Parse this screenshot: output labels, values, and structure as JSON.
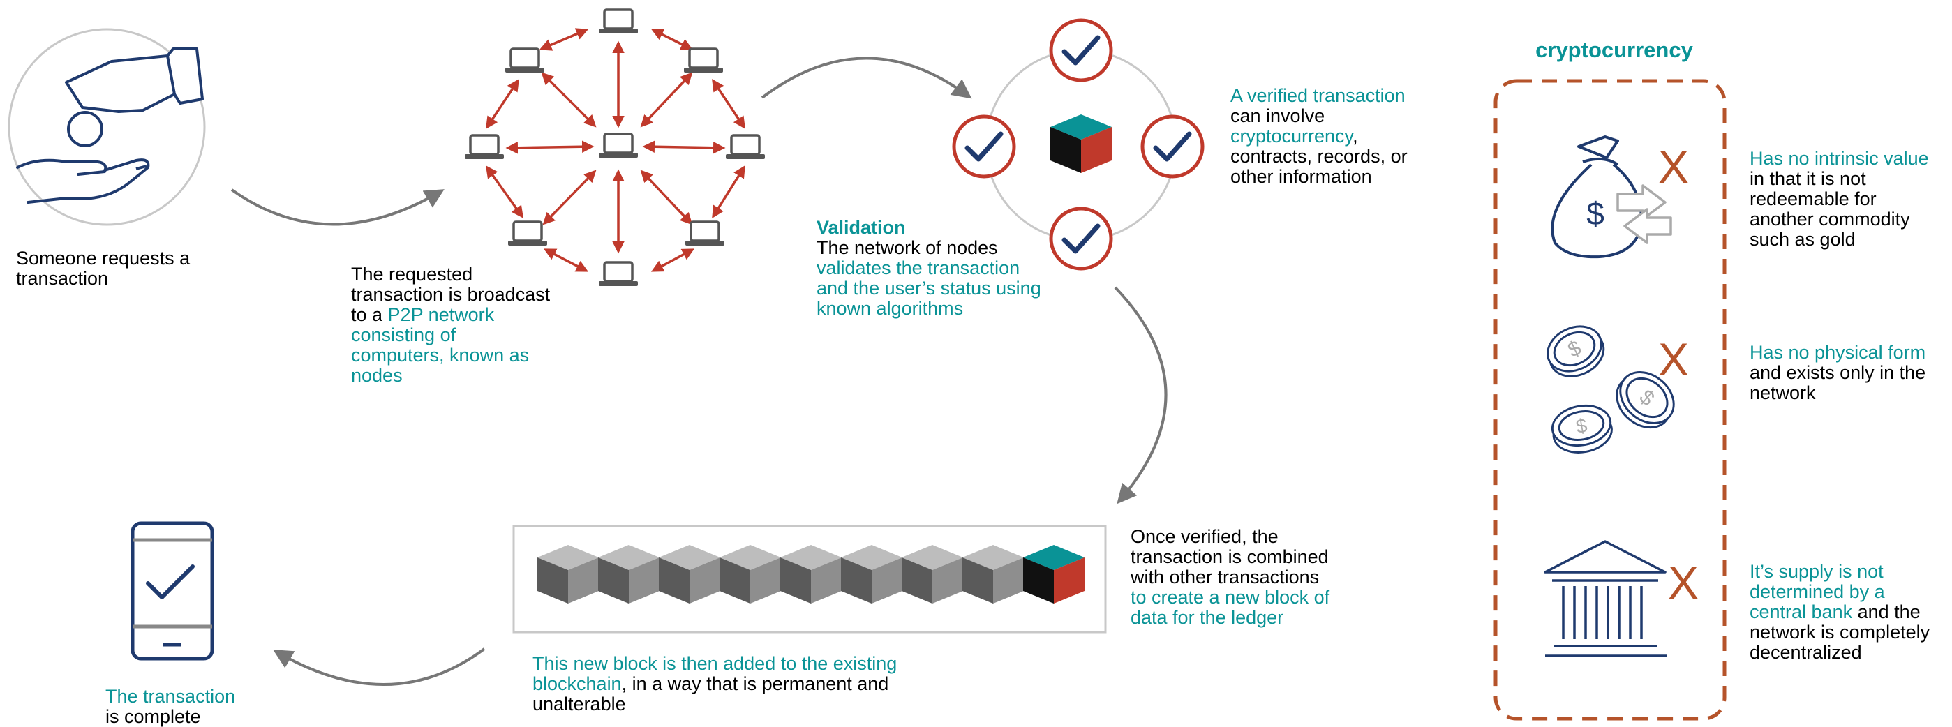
{
  "colors": {
    "teal": "#0a9396",
    "rust": "#c0392b",
    "navy": "#1f3a6e",
    "arrow_gray": "#777777",
    "dash_border": "#b5532a"
  },
  "icons": {
    "request": "hand-giving-coin-icon",
    "network": "p2p-network-icon",
    "validation": "checkmarks-around-block-icon",
    "chain": "block-chain-icon",
    "complete": "phone-checkmark-icon",
    "money_bag": "money-bag-exchange-icon",
    "coins": "coins-icon",
    "bank": "bank-building-icon",
    "x_mark": "x-mark-icon"
  },
  "steps": {
    "request": {
      "text": "Someone requests a transaction"
    },
    "broadcast": {
      "text_plain": "The requested transaction is broadcast to a ",
      "text_teal": "P2P network consisting of computers, known as nodes"
    },
    "validation": {
      "heading": "Validation",
      "text_plain": "The network of nodes",
      "text_teal": "validates the transaction and the user’s status using known algorithms"
    },
    "verified": {
      "line1_teal": "A verified transaction",
      "line2": "can involve",
      "line3_teal": "cryptocurrency",
      "line3_suffix": ",",
      "line4": "contracts, records, or",
      "line5": "other information"
    },
    "combined": {
      "text_plain": "Once verified, the transaction is combined with other transactions ",
      "text_teal": "to create a new block of data for the ledger"
    },
    "added": {
      "text_teal": "This new block is then added to the existing blockchain",
      "text_plain": ", in a way that is permanent and unalterable"
    },
    "complete": {
      "text_teal": "The transaction",
      "text_plain": "is complete"
    }
  },
  "crypto_panel": {
    "title": "cryptocurrency",
    "x_label": "X",
    "items": [
      {
        "teal": "Has no intrinsic value",
        "plain": "in that it is not redeemable for another commodity such as gold"
      },
      {
        "teal": "Has no physical form",
        "plain": "and exists only in the network"
      },
      {
        "teal": "It’s supply is not determined by a central bank",
        "plain": " and the network is completely decentralized"
      }
    ]
  }
}
